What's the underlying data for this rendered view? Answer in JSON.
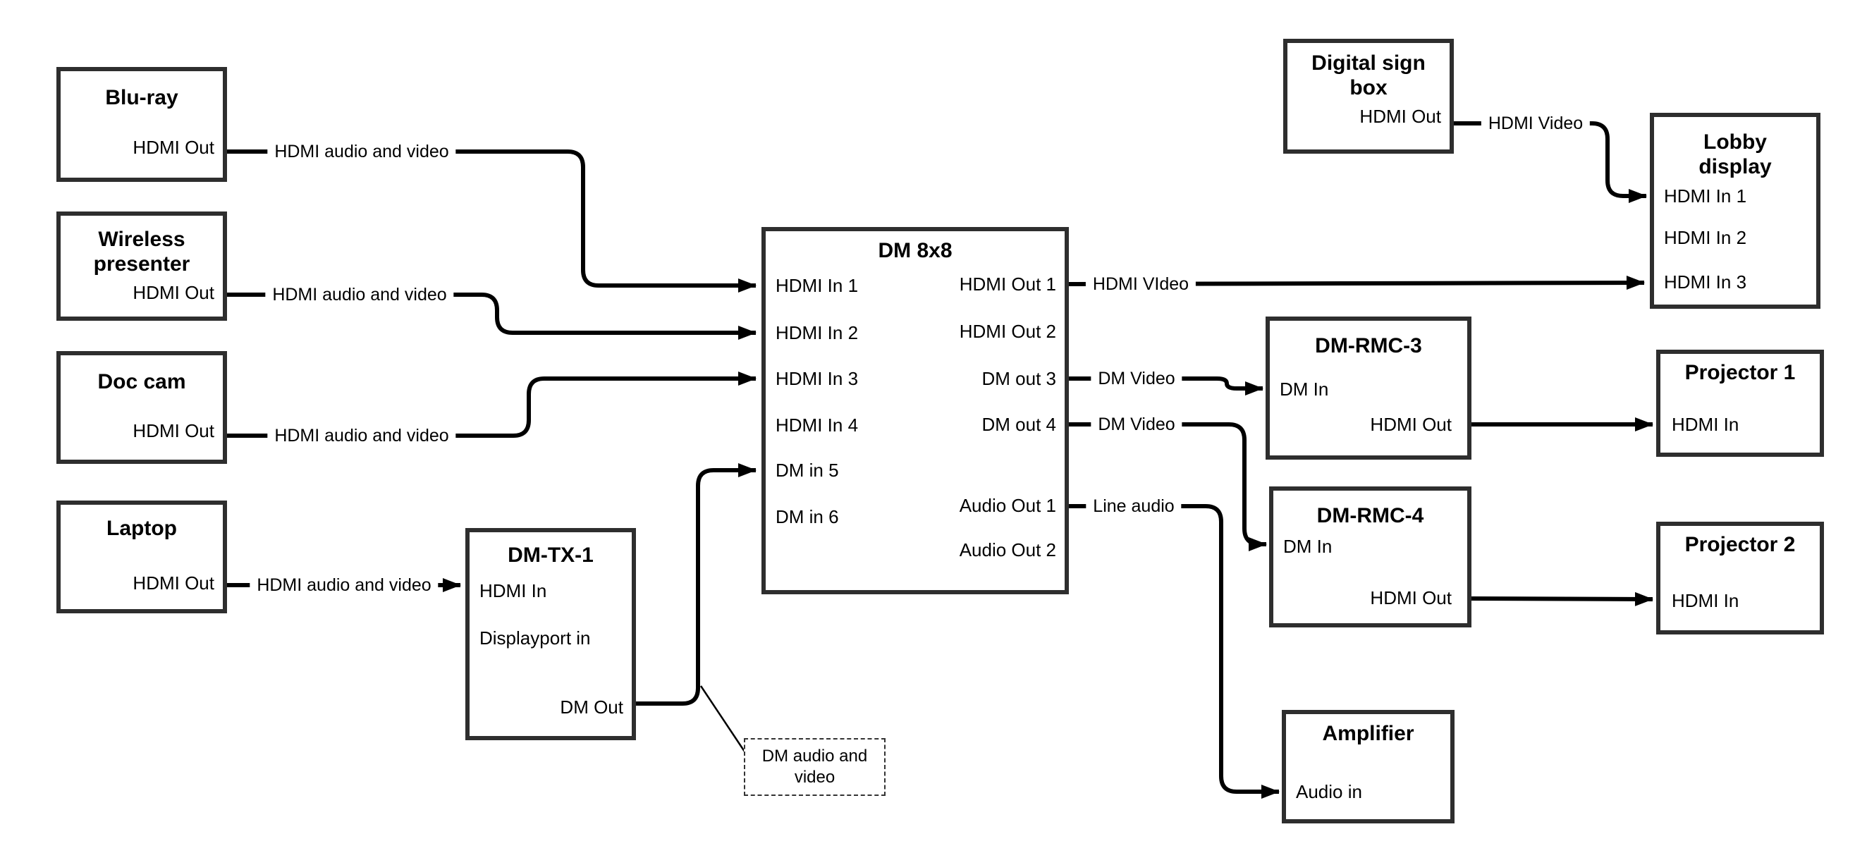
{
  "colors": {
    "background": "#ffffff",
    "box_border": "#2e2e2e",
    "connector": "#000000",
    "text": "#000000"
  },
  "boxes": {
    "bluray": {
      "title": "Blu-ray",
      "port_out": "HDMI Out"
    },
    "wireless": {
      "title": "Wireless presenter",
      "port_out": "HDMI Out"
    },
    "doccam": {
      "title": "Doc cam",
      "port_out": "HDMI Out"
    },
    "laptop": {
      "title": "Laptop",
      "port_out": "HDMI Out"
    },
    "dmtx1": {
      "title": "DM-TX-1",
      "port_in1": "HDMI In",
      "port_in2": "Displayport in",
      "port_out": "DM Out"
    },
    "dm8x8": {
      "title": "DM 8x8",
      "inputs": [
        "HDMI In 1",
        "HDMI In 2",
        "HDMI In 3",
        "HDMI In 4",
        "DM in 5",
        "DM in 6"
      ],
      "outputs": [
        "HDMI Out 1",
        "HDMI Out 2",
        "DM out 3",
        "DM out 4",
        "Audio Out 1",
        "Audio Out 2"
      ]
    },
    "digitalsign": {
      "title": "Digital sign box",
      "port_out": "HDMI Out"
    },
    "lobby": {
      "title": "Lobby display",
      "inputs": [
        "HDMI In 1",
        "HDMI In 2",
        "HDMI In 3"
      ]
    },
    "dmrmc3": {
      "title": "DM-RMC-3",
      "port_in": "DM In",
      "port_out": "HDMI Out"
    },
    "proj1": {
      "title": "Projector 1",
      "port_in": "HDMI In"
    },
    "dmrmc4": {
      "title": "DM-RMC-4",
      "port_in": "DM In",
      "port_out": "HDMI Out"
    },
    "proj2": {
      "title": "Projector 2",
      "port_in": "HDMI In"
    },
    "amplifier": {
      "title": "Amplifier",
      "port_in": "Audio in"
    }
  },
  "connection_labels": {
    "bluray_line": "HDMI audio and video",
    "wireless_line": "HDMI audio and video",
    "doccam_line": "HDMI audio and video",
    "laptop_line": "HDMI audio and video",
    "hdmi_out1_line": "HDMI VIdeo",
    "dm_out3_line": "DM Video",
    "dm_out4_line": "DM Video",
    "audio_out1_line": "Line audio",
    "digitalsign_line": "HDMI Video",
    "callout": "DM audio and video"
  }
}
